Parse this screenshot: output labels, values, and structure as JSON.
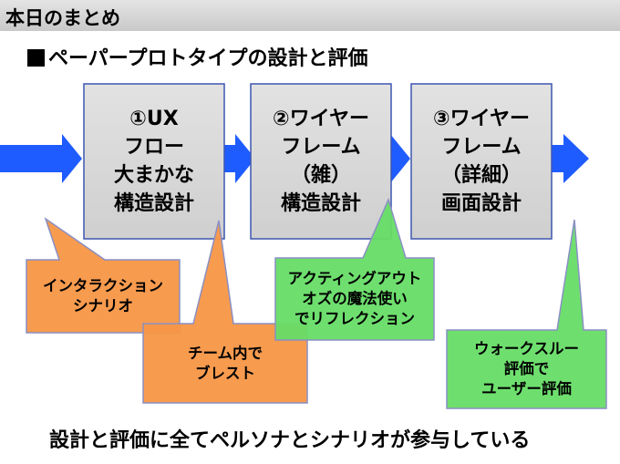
{
  "header": {
    "title": "本日のまとめ"
  },
  "subtitle": "ペーパープロトタイプの設計と評価",
  "steps": [
    {
      "label": "①UX\nフロー\n大まかな\n構造設計"
    },
    {
      "label": "②ワイヤー\nフレーム\n（雑）\n構造設計"
    },
    {
      "label": "③ワイヤー\nフレーム\n（詳細）\n画面設計"
    }
  ],
  "callouts": [
    {
      "label": "インタラクション\nシナリオ",
      "color": "#f79646"
    },
    {
      "label": "チーム内で\nブレスト",
      "color": "#f79646"
    },
    {
      "label": "アクティングアウト\nオズの魔法使い\nでリフレクション",
      "color": "#66dd66"
    },
    {
      "label": "ウォークスルー\n評価で\nユーザー評価",
      "color": "#66dd66"
    }
  ],
  "footer": "設計と評価に全てペルソナとシナリオが参与している",
  "colors": {
    "arrow": "#1f5cff",
    "box_fill": "#d6d6d6",
    "box_border": "#3d56b0",
    "callout_border": "#8a8fc4"
  }
}
